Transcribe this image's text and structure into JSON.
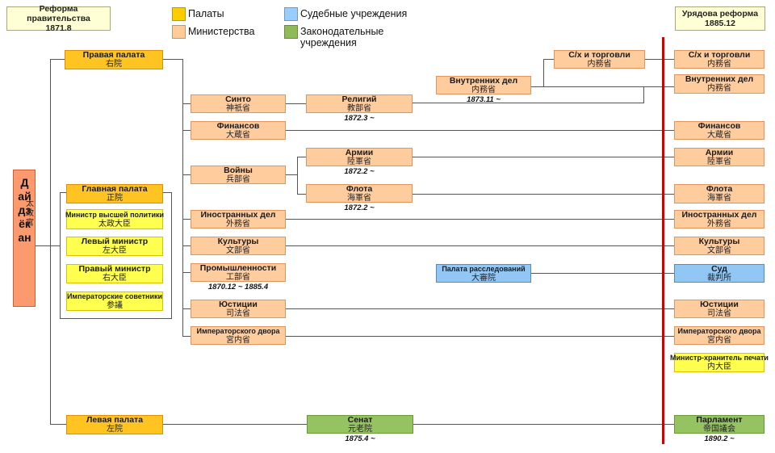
{
  "header": {
    "left_title": {
      "line1": "Реформа правительства",
      "line2": "1871.8"
    },
    "right_title": {
      "line1": "Урядова реформа",
      "line2": "1885.12"
    }
  },
  "legend": {
    "items": [
      {
        "label": "Палаты",
        "color": "#FFCC00"
      },
      {
        "label": "Министерства",
        "color": "#FFCC99"
      },
      {
        "label": "Судебные учреждения",
        "color": "#99CCFF"
      },
      {
        "label": "Законодательные учреждения",
        "color": "#8FBA55"
      }
    ]
  },
  "daijokan": {
    "ru": "Дайдзёкан",
    "jp": "太政官"
  },
  "palette": {
    "palata": "#FFC422",
    "ministry": "#FFCC9E",
    "cabinet_yellow": "#FFFF4F",
    "judicial": "#92C7F5",
    "legislative": "#95C361",
    "daijokan": "#FA9A6E",
    "red_divider": "#D40000"
  },
  "nodes": [
    {
      "id": "right_chamber",
      "type": "palata",
      "ru": "Правая палата",
      "jp": "右院"
    },
    {
      "id": "sh_trade_mid",
      "type": "ministry",
      "ru": "С/х и торговли",
      "jp": "内務省"
    },
    {
      "id": "sh_trade_right",
      "type": "ministry",
      "ru": "С/х и торговли",
      "jp": "内務省"
    },
    {
      "id": "interior_mid",
      "type": "ministry",
      "ru": "Внутренних дел",
      "jp": "内務省",
      "date": "1873.11 ~"
    },
    {
      "id": "interior_right",
      "type": "ministry",
      "ru": "Внутренних дел",
      "jp": "内務省"
    },
    {
      "id": "shinto",
      "type": "ministry",
      "ru": "Синто",
      "jp": "神祇省"
    },
    {
      "id": "religion",
      "type": "ministry",
      "ru": "Религий",
      "jp": "教部省",
      "date": "1872.3 ~"
    },
    {
      "id": "finance_mid",
      "type": "ministry",
      "ru": "Финансов",
      "jp": "大蔵省"
    },
    {
      "id": "finance_right",
      "type": "ministry",
      "ru": "Финансов",
      "jp": "大蔵省"
    },
    {
      "id": "army_mid",
      "type": "ministry",
      "ru": "Армии",
      "jp": "陸軍省",
      "date": "1872.2 ~"
    },
    {
      "id": "army_right",
      "type": "ministry",
      "ru": "Армии",
      "jp": "陸軍省"
    },
    {
      "id": "war",
      "type": "ministry",
      "ru": "Войны",
      "jp": "兵部省"
    },
    {
      "id": "navy_mid",
      "type": "ministry",
      "ru": "Флота",
      "jp": "海軍省",
      "date": "1872.2 ~"
    },
    {
      "id": "navy_right",
      "type": "ministry",
      "ru": "Флота",
      "jp": "海軍省"
    },
    {
      "id": "main_chamber",
      "type": "palata",
      "ru": "Главная палата",
      "jp": "正院"
    },
    {
      "id": "minister_politics",
      "type": "cabinet",
      "ru": "Министр высшей политики",
      "jp": "太政大臣"
    },
    {
      "id": "foreign_mid",
      "type": "ministry",
      "ru": "Иностранных дел",
      "jp": "外務省"
    },
    {
      "id": "foreign_right",
      "type": "ministry",
      "ru": "Иностранных дел",
      "jp": "外務省"
    },
    {
      "id": "left_minister",
      "type": "cabinet",
      "ru": "Левый министр",
      "jp": "左大臣"
    },
    {
      "id": "culture_mid",
      "type": "ministry",
      "ru": "Культуры",
      "jp": "文部省"
    },
    {
      "id": "culture_right",
      "type": "ministry",
      "ru": "Культуры",
      "jp": "文部省"
    },
    {
      "id": "right_minister",
      "type": "cabinet",
      "ru": "Правый министр",
      "jp": "右大臣"
    },
    {
      "id": "industry",
      "type": "ministry",
      "ru": "Промышленности",
      "jp": "工部省",
      "date": "1870.12 ~ 1885.4"
    },
    {
      "id": "invest_chamber",
      "type": "judicial",
      "ru": "Палата расследований",
      "jp": "大審院"
    },
    {
      "id": "court_judicial",
      "type": "judicial",
      "ru": "Суд",
      "jp": "裁判所"
    },
    {
      "id": "advisors",
      "type": "cabinet",
      "ru": "Императорские советники",
      "jp": "参議"
    },
    {
      "id": "justice_mid",
      "type": "ministry",
      "ru": "Юстиции",
      "jp": "司法省"
    },
    {
      "id": "justice_right",
      "type": "ministry",
      "ru": "Юстиции",
      "jp": "司法省"
    },
    {
      "id": "imp_court_mid",
      "type": "ministry",
      "ru": "Императорского двора",
      "jp": "宮内省"
    },
    {
      "id": "imp_court_right",
      "type": "ministry",
      "ru": "Императорского двора",
      "jp": "宮内省"
    },
    {
      "id": "privy_seal",
      "type": "cabinet",
      "ru": "Министр-хранитель печати",
      "jp": "内大臣"
    },
    {
      "id": "left_chamber",
      "type": "palata",
      "ru": "Левая палата",
      "jp": "左院"
    },
    {
      "id": "senate",
      "type": "legislative",
      "ru": "Сенат",
      "jp": "元老院",
      "date": "1875.4 ~"
    },
    {
      "id": "parliament",
      "type": "legislative",
      "ru": "Парламент",
      "jp": "帝国議会",
      "date": "1890.2 ~"
    }
  ]
}
